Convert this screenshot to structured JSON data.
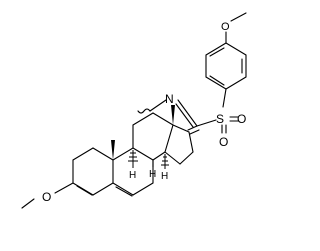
{
  "molecule": {
    "labels": {
      "methoxy_top": "O",
      "sulfonyl_s": "S",
      "sulfonyl_o_right": "O",
      "sulfonyl_o_bottom": "O",
      "imine_n": "N",
      "methoxy_bottom": "O",
      "h_c9": "H",
      "h_c8": "H",
      "h_c14": "H"
    },
    "colors": {
      "ink": "#000000",
      "background": "#ffffff"
    }
  }
}
